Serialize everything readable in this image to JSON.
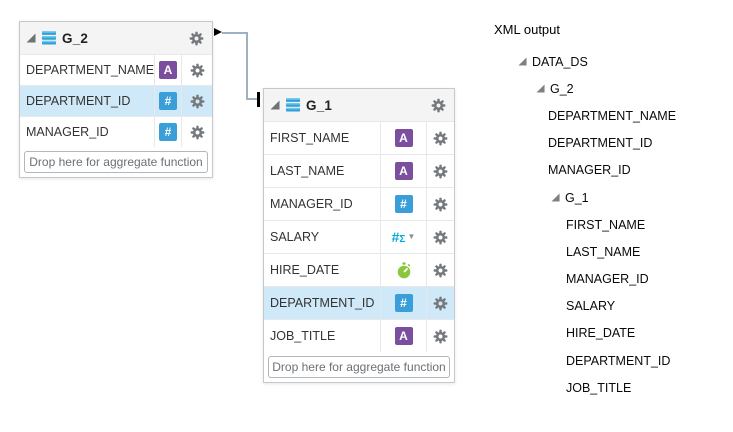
{
  "colors": {
    "selected_row": "#cfe9f8",
    "text_type": "#7b4f9e",
    "number_type": "#3a9fd9",
    "aggregate": "#00abd9",
    "date_type": "#8cc63f",
    "connector": "#9db1c2",
    "gear": "#75797d"
  },
  "icons": {
    "group_icon": "stacked-table-icon",
    "collapse_icon": "collapse-triangle-icon",
    "menu_icon": "gear-icon",
    "text_glyph": "A",
    "number_glyph": "#",
    "aggregate_glyph": "#Σ",
    "aggregate_caret": "▼",
    "date_icon": "stopwatch-icon"
  },
  "diagram": {
    "groups": [
      {
        "name": "G_2",
        "fields": [
          {
            "name": "DEPARTMENT_NAME",
            "type": "text",
            "selected": false
          },
          {
            "name": "DEPARTMENT_ID",
            "type": "number",
            "selected": true
          },
          {
            "name": "MANAGER_ID",
            "type": "number",
            "selected": false
          }
        ],
        "drop_hint": "Drop here for aggregate function"
      },
      {
        "name": "G_1",
        "fields": [
          {
            "name": "FIRST_NAME",
            "type": "text",
            "selected": false
          },
          {
            "name": "LAST_NAME",
            "type": "text",
            "selected": false
          },
          {
            "name": "MANAGER_ID",
            "type": "number",
            "selected": false
          },
          {
            "name": "SALARY",
            "type": "number-aggregate",
            "selected": false
          },
          {
            "name": "HIRE_DATE",
            "type": "date",
            "selected": false
          },
          {
            "name": "DEPARTMENT_ID",
            "type": "number",
            "selected": true
          },
          {
            "name": "JOB_TITLE",
            "type": "text",
            "selected": false
          }
        ],
        "drop_hint": "Drop here for aggregate function"
      }
    ],
    "connector": {
      "from": "G_2",
      "to": "G_1"
    }
  },
  "xml_output": {
    "title": "XML output",
    "root": {
      "label": "DATA_DS",
      "children": [
        {
          "label": "G_2",
          "children": [
            {
              "label": "DEPARTMENT_NAME"
            },
            {
              "label": "DEPARTMENT_ID"
            },
            {
              "label": "MANAGER_ID"
            },
            {
              "label": "G_1",
              "children": [
                {
                  "label": "FIRST_NAME"
                },
                {
                  "label": "LAST_NAME"
                },
                {
                  "label": "MANAGER_ID"
                },
                {
                  "label": "SALARY"
                },
                {
                  "label": "HIRE_DATE"
                },
                {
                  "label": "DEPARTMENT_ID"
                },
                {
                  "label": "JOB_TITLE"
                }
              ]
            }
          ]
        }
      ]
    }
  }
}
